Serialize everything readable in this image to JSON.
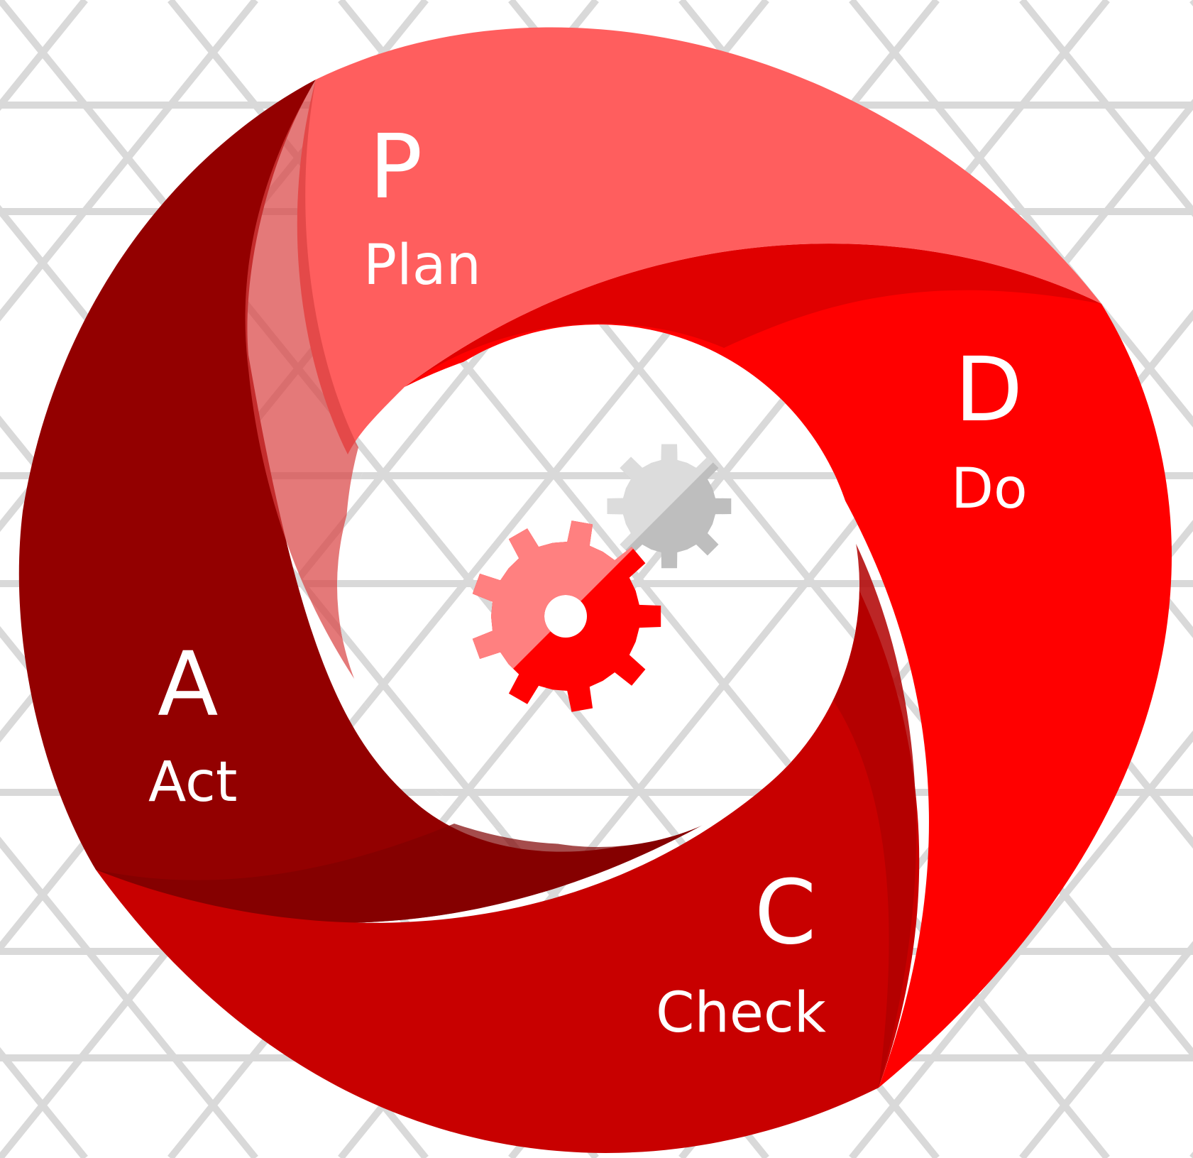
{
  "diagram": {
    "stages": [
      {
        "letter": "P",
        "word": "Plan",
        "color": "#FF5E5E"
      },
      {
        "letter": "D",
        "word": "Do",
        "color": "#FF0000"
      },
      {
        "letter": "C",
        "word": "Check",
        "color": "#C80000"
      },
      {
        "letter": "A",
        "word": "Act",
        "color": "#930000"
      }
    ],
    "colors": {
      "background": "#FFFFFF",
      "grid_lines": "#D9D9D9",
      "gear_red": "#FF0000",
      "gear_red_light": "#FF8080",
      "gear_gray": "#BEBEBE",
      "gear_gray_light": "#DCDCDC"
    },
    "icons": [
      "gear-icon",
      "gear-icon"
    ]
  }
}
